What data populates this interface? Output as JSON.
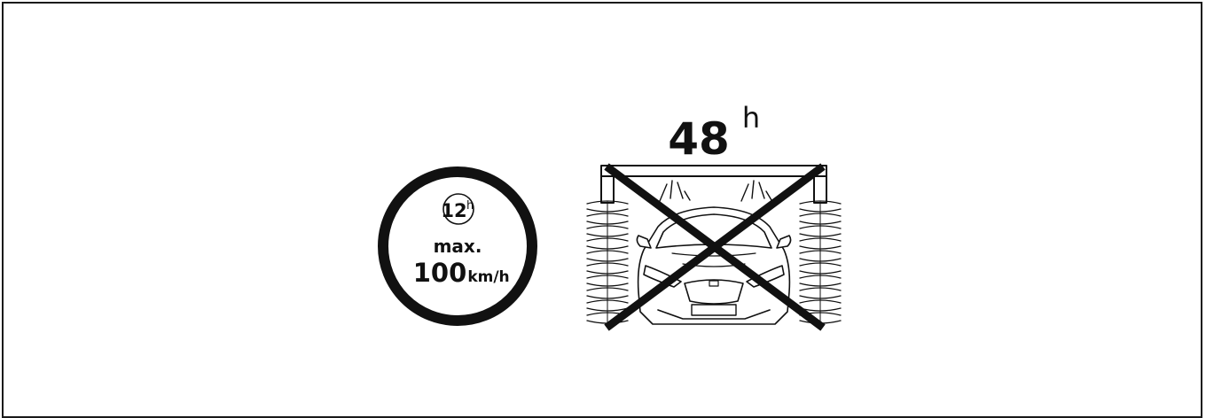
{
  "speed_sign": {
    "hours_value": "12",
    "hours_unit": "h",
    "max_label": "max.",
    "speed_value": "100",
    "speed_unit": "km/h"
  },
  "carwash_warning": {
    "hours_value": "48",
    "hours_unit": "h"
  },
  "colors": {
    "ink": "#111111",
    "background": "#ffffff"
  },
  "icons": [
    "speed-limit-sign-icon",
    "car-wash-prohibited-icon",
    "car-front-icon",
    "brush-icon",
    "cross-out-icon"
  ]
}
